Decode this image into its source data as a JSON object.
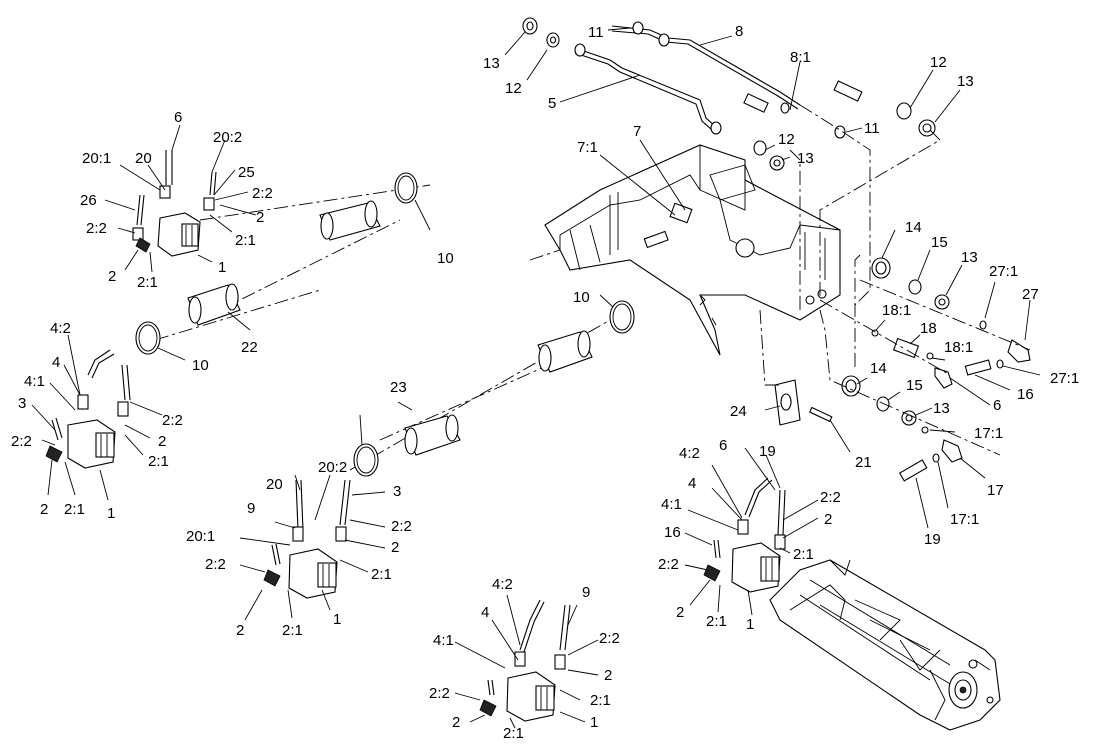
{
  "diagram": {
    "labels": [
      "13",
      "12",
      "11",
      "8",
      "8:1",
      "5",
      "12",
      "13",
      "11",
      "12",
      "13",
      "7:1",
      "7",
      "6",
      "20:2",
      "20:1",
      "20",
      "25",
      "2:2",
      "26",
      "2",
      "2:2",
      "2:1",
      "2",
      "2:1",
      "1",
      "10",
      "22",
      "4:2",
      "4",
      "4:1",
      "3",
      "2:2",
      "2:2",
      "2",
      "2:1",
      "2",
      "2:1",
      "1",
      "10",
      "23",
      "10",
      "14",
      "15",
      "13",
      "27:1",
      "27",
      "18:1",
      "18",
      "18:1",
      "14",
      "15",
      "13",
      "16",
      "27:1",
      "6",
      "24",
      "21",
      "17:1",
      "17",
      "17:1",
      "19",
      "20",
      "20:2",
      "3",
      "9",
      "2:2",
      "20:1",
      "2",
      "2:2",
      "2:1",
      "2",
      "2:1",
      "1",
      "4:2",
      "6",
      "19",
      "4",
      "2:2",
      "4:1",
      "2",
      "16",
      "2:1",
      "2:2",
      "2",
      "2:1",
      "1",
      "4:2",
      "9",
      "4",
      "2:2",
      "4:1",
      "2",
      "2:2",
      "2:1",
      "2",
      "2:1",
      "1"
    ]
  }
}
